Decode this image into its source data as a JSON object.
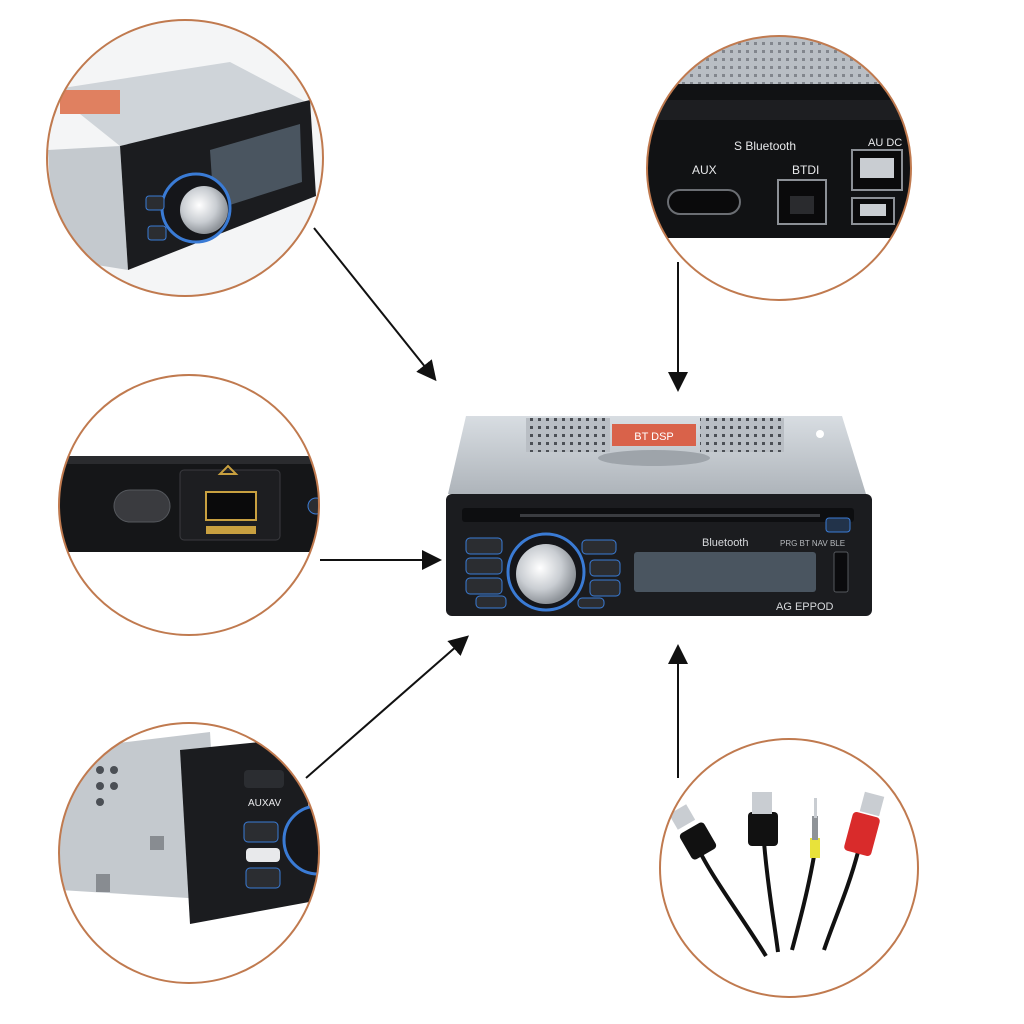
{
  "callouts": {
    "top_right": {
      "bluetooth_label": "S Bluetooth",
      "aux_label": "AUX",
      "port_label": "BTDI",
      "usb_label": "AU DC"
    },
    "bottom_left": {
      "button_label": "AUXAV"
    }
  },
  "main_unit": {
    "display_label": "Bluetooth",
    "display_small": "PRG BT NAV BLE",
    "model_label": "AG EPPOD",
    "sticker_text": "BT DSP"
  },
  "colors": {
    "circle_border": "#c07a4f",
    "unit_body": "#1b1c1f",
    "chassis": "#c9ced4",
    "display": "#4a5560",
    "accent_blue": "#3a7bd5",
    "cable_red": "#d92b2b",
    "cable_yellow": "#e8e23a"
  }
}
